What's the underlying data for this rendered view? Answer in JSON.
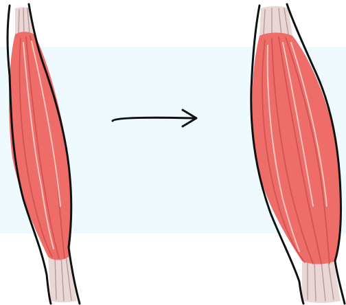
{
  "diagram": {
    "subject": "muscle-growth-hypertrophy",
    "stages": [
      {
        "id": "before",
        "description_icon": "small-muscle-icon"
      },
      {
        "id": "after",
        "description_icon": "large-muscle-icon"
      }
    ],
    "connector": {
      "icon": "right-arrow-icon"
    }
  },
  "colors": {
    "background": "#ffffff",
    "backdrop_band": "#eefafd",
    "muscle_fill": "#ee6d68",
    "muscle_fill_light": "#f59189",
    "muscle_fiber_line": "#c94b49",
    "muscle_highlight": "#fbd0c9",
    "tendon_fill": "#e8d7d5",
    "tendon_line": "#b69a99",
    "outline": "#111111",
    "arrow": "#111111"
  }
}
